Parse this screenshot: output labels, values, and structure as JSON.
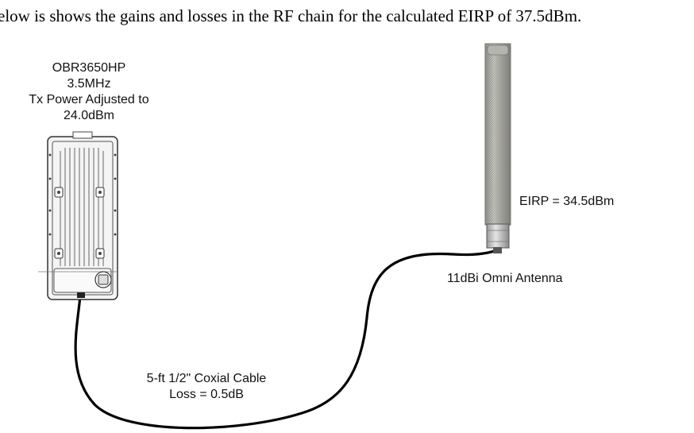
{
  "caption": "elow is shows the gains and losses in the RF chain for the calculated EIRP of 37.5dBm.",
  "radio": {
    "lines": [
      "OBR3650HP",
      "3.5MHz",
      "Tx Power Adjusted to",
      "24.0dBm"
    ]
  },
  "antenna": {
    "eirp": "EIRP = 34.5dBm",
    "label": "11dBi Omni Antenna"
  },
  "cable": {
    "lines": [
      "5-ft 1/2\" Coxial Cable",
      "Loss = 0.5dB"
    ]
  }
}
